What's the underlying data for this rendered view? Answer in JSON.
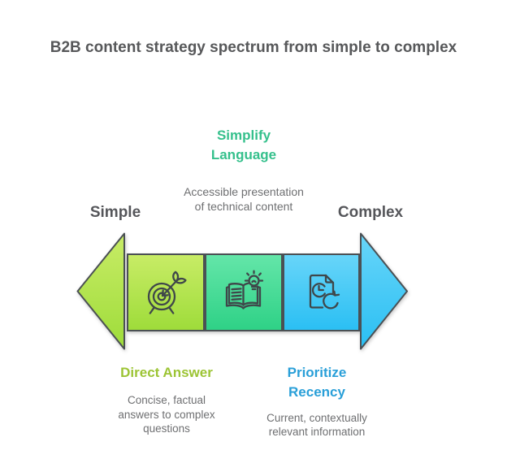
{
  "title": "B2B content strategy spectrum from simple to complex",
  "axis": {
    "left_label": "Simple",
    "right_label": "Complex"
  },
  "stages": [
    {
      "heading": "Direct Answer",
      "description": "Concise, factual answers to complex questions",
      "accent_color": "#9cc434",
      "icon": "target-arrow-icon",
      "segment_color_top": "#c8ec66",
      "segment_color_bottom": "#9edc3a"
    },
    {
      "heading": "Simplify Language",
      "description": "Accessible presentation of technical content",
      "accent_color": "#35c08c",
      "icon": "book-lightbulb-icon",
      "segment_color_top": "#64e6a9",
      "segment_color_bottom": "#2ed186"
    },
    {
      "heading": "Prioritize Recency",
      "description": "Current, contextually relevant information",
      "accent_color": "#299fd8",
      "icon": "document-clock-refresh-icon",
      "segment_color_top": "#68d5f9",
      "segment_color_bottom": "#2abff3"
    }
  ],
  "colors": {
    "background": "#ffffff",
    "title_text": "#57585a",
    "axis_label_text": "#55565a",
    "description_text": "#6e6f71",
    "shape_outline": "#4b5054",
    "icon_stroke": "#3f474a"
  }
}
